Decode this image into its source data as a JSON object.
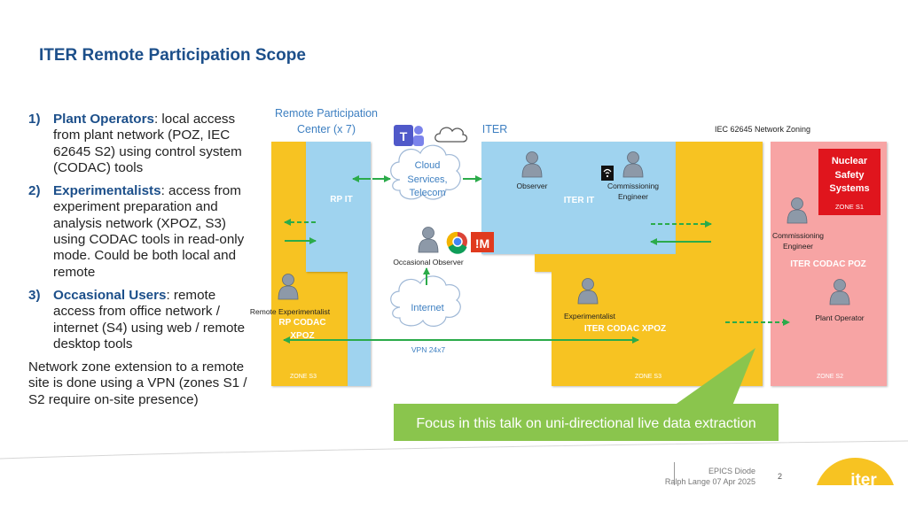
{
  "title": "ITER Remote Participation Scope",
  "items": [
    {
      "num": "1)",
      "keyword": "Plant Operators",
      "text": ": local access from plant network (POZ, IEC 62645 S2) using control system (CODAC) tools"
    },
    {
      "num": "2)",
      "keyword": "Experimentalists",
      "text": ": access from experiment preparation and analysis network (XPOZ, S3) using CODAC tools in read-only mode. Could be both local and remote"
    },
    {
      "num": "3)",
      "keyword": "Occasional Users",
      "text": ": remote access from office network / internet (S4) using web / remote desktop tools"
    }
  ],
  "note": "Network zone extension to a remote site is done using a VPN (zones S1 / S2 require on-site presence)",
  "diagram": {
    "rp_center_line1": "Remote Participation",
    "rp_center_line2": "Center (x 7)",
    "iter_label": "ITER",
    "zoning_label": "IEC 62645 Network Zoning",
    "rp_it": "RP IT",
    "iter_it": "ITER IT",
    "cloud_line1": "Cloud",
    "cloud_line2": "Services,",
    "cloud_line3": "Telecom",
    "internet": "Internet",
    "observer": "Observer",
    "commissioning_line1": "Commissioning",
    "commissioning_line2": "Engineer",
    "occasional_observer": "Occasional Observer",
    "nss_line1": "Nuclear",
    "nss_line2": "Safety",
    "nss_line3": "Systems",
    "zone_s1": "ZONE S1",
    "commissioning2_line1": "Commissioning",
    "commissioning2_line2": "Engineer",
    "iter_codac_poz": "ITER CODAC POZ",
    "plant_operator": "Plant Operator",
    "remote_experimentalist": "Remote Experimentalist",
    "rp_codac_line1": "RP CODAC",
    "rp_codac_line2": "XPOZ",
    "experimentalist": "Experimentalist",
    "iter_codac_xpoz": "ITER CODAC XPOZ",
    "vpn": "VPN 24x7",
    "zone_s3_left": "ZONE S3",
    "zone_s3_mid": "ZONE S3",
    "zone_s2": "ZONE S2",
    "focus": "Focus in this talk on uni-directional live data extraction",
    "colors": {
      "yellow": "#f7c322",
      "blue": "#9fd3ef",
      "pink": "#f7a4a4",
      "green": "#2bab4a",
      "focus": "#8ac54d",
      "red": "#e0151d"
    }
  },
  "footer": {
    "line1": "EPICS Diode",
    "line2": "Ralph Lange  07 Apr 2025",
    "page": "2",
    "logo": "iter"
  }
}
